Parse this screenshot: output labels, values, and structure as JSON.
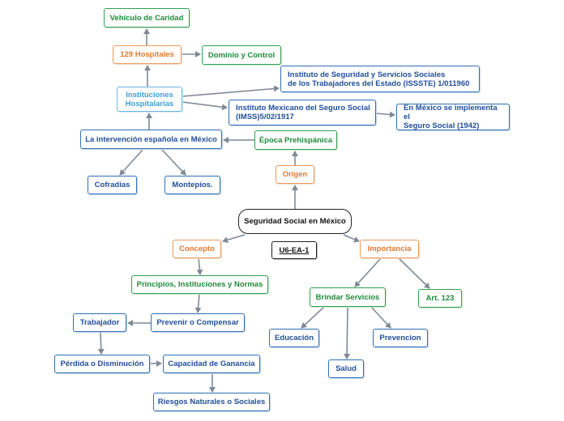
{
  "diagram": {
    "nodes": {
      "root": "Seguridad Social en México",
      "code": "U6-EA-1",
      "origen": "Origen",
      "concepto": "Concepto",
      "importancia": "Importancia",
      "epoca": "Época Prehispánica",
      "intervencion": "La intervención española en México",
      "cofradias": "Cofradías",
      "montepios": "Montepíos.",
      "instituciones": "Instituciones\nHospitalarias",
      "hospitales": "129 Hospitales",
      "caridad": "Vehículo de Caridad",
      "dominio": "Dominio y Control",
      "issste": "Instituto de Seguridad y Servicios Sociales\n  de los Trabajadores del Estado (ISSSTE) 1/011960",
      "imss": "Instituto Mexicano del Seguro Social\n(IMSS)5/02/1917",
      "implementa": "En México se implementa el\nSeguro Social (1942)",
      "principios": "Principios, Instituciones y Normas",
      "prevenir": "Prevenir o Compensar",
      "trabajador": "Trabajador",
      "perdida": "Pérdida o Disminución",
      "capacidad": "Capacidad de Ganancia",
      "riesgos": "Riesgos Naturales o Sociales",
      "brindar": "Brindar Servicios",
      "art": "Art. 123",
      "educacion": "Educación",
      "salud": "Salud",
      "prevencion": "Prevencion"
    },
    "colors": {
      "blue": "#1f4e9a",
      "green": "#1d8b3a",
      "orange": "#e07a2e",
      "light_blue": "#3aa0d6",
      "connector": "#7f8a96"
    }
  }
}
